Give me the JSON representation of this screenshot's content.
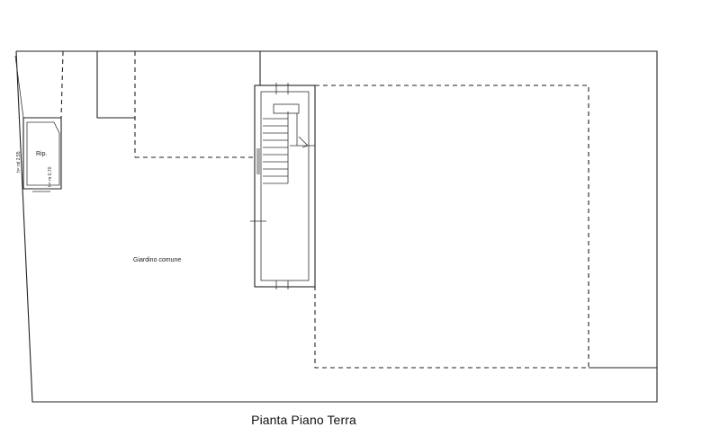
{
  "plan": {
    "title": "Pianta Piano Terra",
    "labels": {
      "garden": "Giardino comune",
      "storage": "Rip.",
      "height_left": "h= ml 2,55",
      "height_right": "h= m 0,70"
    }
  },
  "colors": {
    "line": "#222222",
    "background": "#ffffff"
  }
}
